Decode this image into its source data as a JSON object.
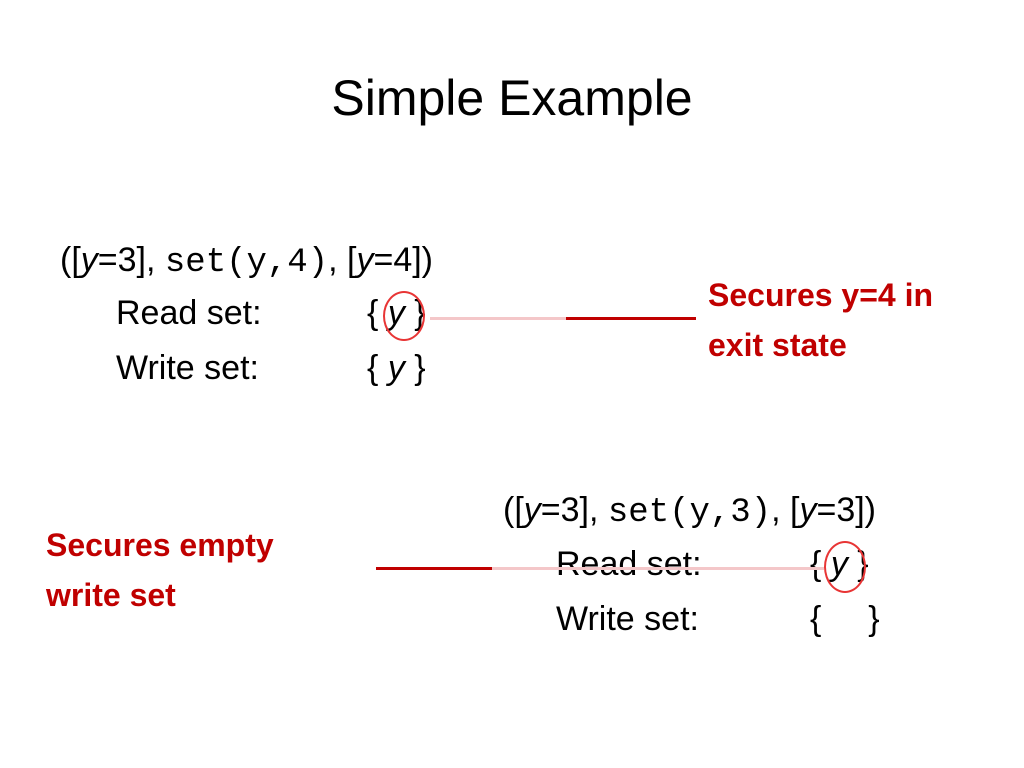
{
  "title": "Simple Example",
  "example1": {
    "triple": {
      "open": "([",
      "pre_var": "y",
      "pre_rest": "=3], ",
      "code": "set(y,4)",
      "mid": ", [",
      "post_var": "y",
      "post_rest": "=4])"
    },
    "read_label": "Read set:",
    "read_open": "{",
    "read_var": "y",
    "read_close": "}",
    "write_label": "Write set:",
    "write_open": "{",
    "write_var": "y",
    "write_close": "}",
    "callout_line1": "Secures y=4 in",
    "callout_line2": "exit state"
  },
  "example2": {
    "triple": {
      "open": "([",
      "pre_var": "y",
      "pre_rest": "=3], ",
      "code": "set(y,3)",
      "mid": ", [",
      "post_var": "y",
      "post_rest": "=3])"
    },
    "read_label": "Read set:",
    "read_open": "{",
    "read_var": "y",
    "read_close": "}",
    "write_label": "Write set:",
    "write_open": "{",
    "write_close": "}",
    "callout_line1": "Secures empty",
    "callout_line2": "write set"
  },
  "colors": {
    "callout": "#c00000",
    "circle": "#e83535",
    "connector": "#f4c7c9"
  }
}
